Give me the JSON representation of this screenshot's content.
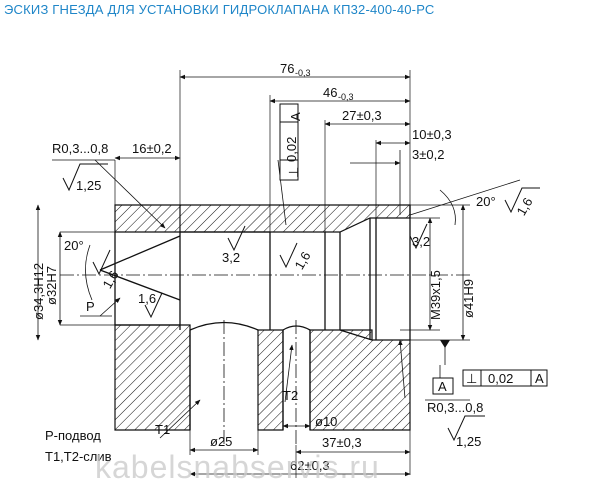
{
  "title": "ЭСКИЗ ГНЕЗДА ДЛЯ УСТАНОВКИ ГИДРОКЛАПАНА КП32-400-40-РС",
  "colors": {
    "title": "#1f86c8",
    "lines": "#111111",
    "watermark": "#c9c9c9"
  },
  "dimensions": {
    "d76": "76",
    "d76_tol": "-0,3",
    "d46": "46",
    "d46_tol": "-0,3",
    "d27": "27±0,3",
    "d10": "10±0,3",
    "d3": "3±0,2",
    "d16": "16±0,2",
    "radius_top": "R0,3...0,8",
    "radius_bottom": "R0,3...0,8",
    "rough_top_left": "1,25",
    "rough_bottom_right": "1,25",
    "rough_32_left": "3,2",
    "rough_16_center": "1,6",
    "rough_32_right": "3,2",
    "rough_16_angle": "1,6",
    "rough_16_bore_top": "1,6",
    "rough_16_bore_bottom": "1,6",
    "angle_left": "20°",
    "angle_right": "20°",
    "dia_343": "ø34,3H12",
    "dia_32": "ø32H7",
    "thread": "M39x1,5",
    "dia_41": "ø41H9",
    "dia_25": "ø25",
    "dia_10": "ø10",
    "d37": "37±0,3",
    "d62": "62±0,3"
  },
  "tolerances": {
    "perp_top_symbol": "⊥",
    "perp_top_value": "0,02",
    "perp_top_datum": "A",
    "perp_bottom_symbol": "⊥",
    "perp_bottom_value": "0,02",
    "perp_bottom_datum": "A",
    "datum_label": "A"
  },
  "ports": {
    "P": "P",
    "T1": "T1",
    "T2": "T2"
  },
  "legend": {
    "line1": "Р-подвод",
    "line2": "Т1,Т2-слив"
  },
  "watermark": "kabelsnabservis.ru"
}
